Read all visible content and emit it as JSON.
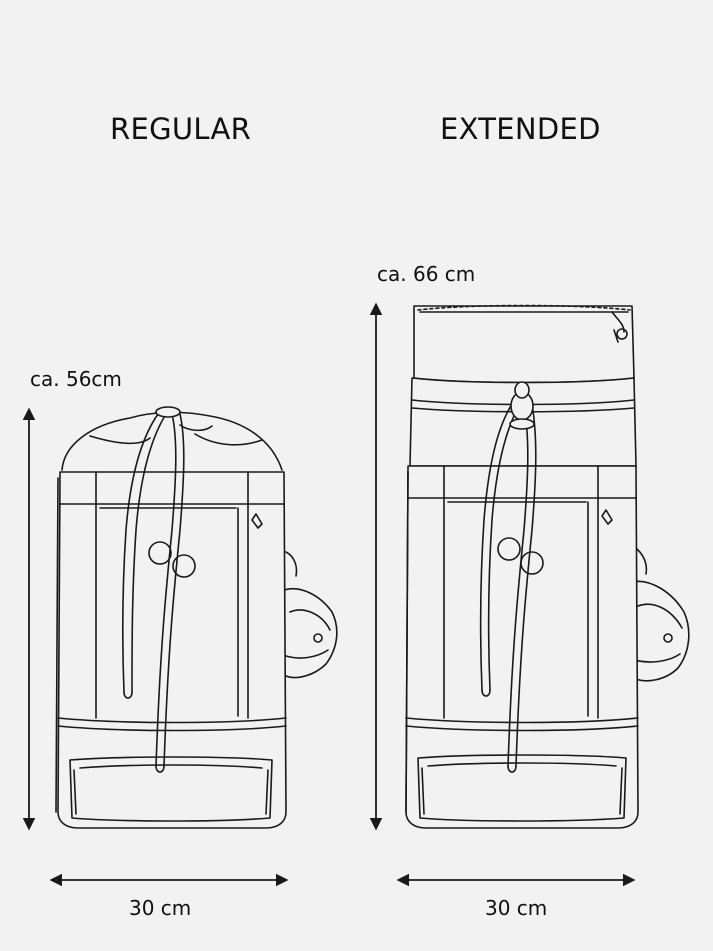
{
  "labels": {
    "regular": "REGULAR",
    "extended": "EXTENDED"
  },
  "dimensions": {
    "regular_height": "ca. 56cm",
    "extended_height": "ca. 66 cm",
    "regular_width": "30 cm",
    "extended_width": "30 cm"
  },
  "colors": {
    "background": "#f2f2f2",
    "line": "#1a1a1a",
    "bag_fill": "#f2f2f2"
  }
}
